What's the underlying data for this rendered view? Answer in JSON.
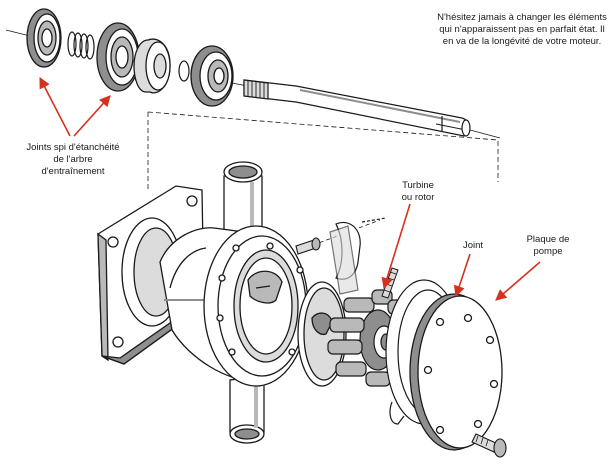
{
  "note": {
    "lines": [
      "N'hésitez jamais à changer les éléments",
      "qui n'apparaissent pas en parfait état. Il",
      "en va de la longévité de votre moteur."
    ]
  },
  "labels": {
    "joints_spi": [
      "Joints spi d'étanchéité",
      "de l'arbre",
      "d'entraînement"
    ],
    "turbine": [
      "Turbine",
      "ou rotor"
    ],
    "joint": [
      "Joint"
    ],
    "plaque": [
      "Plaque de",
      "pompe"
    ]
  },
  "colors": {
    "line": "#1a1a1a",
    "arrow": "#d8301e",
    "gray_dark": "#8e8e8e",
    "gray_mid": "#b9b9b9",
    "gray_light": "#dcdcdc",
    "paper": "#ffffff"
  }
}
